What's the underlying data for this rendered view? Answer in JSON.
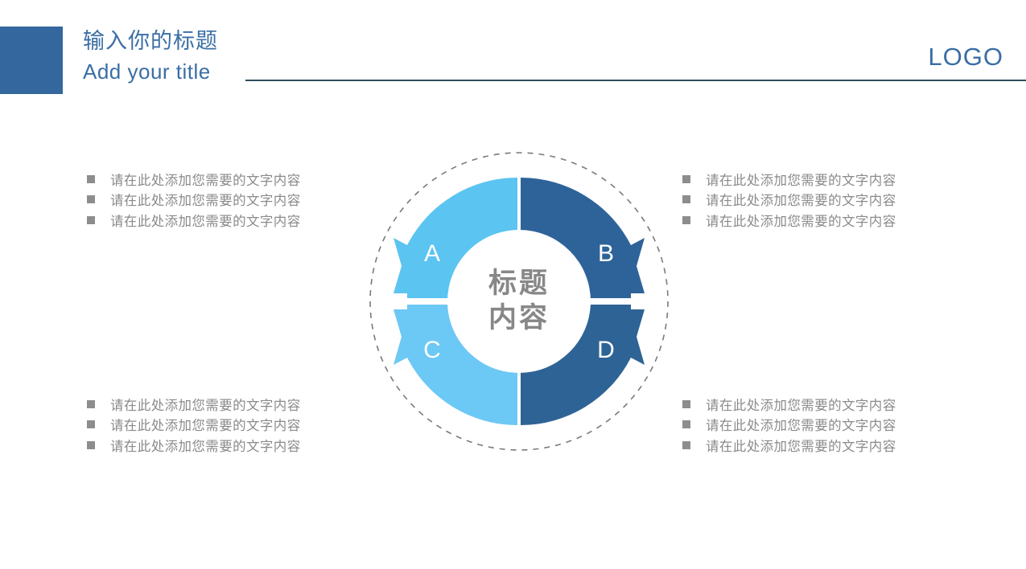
{
  "header": {
    "title_cn": "输入你的标题",
    "title_en": "Add your title",
    "logo": "LOGO",
    "accent_color": "#33679d",
    "title_color": "#3a6ea5",
    "rule_color": "#2f4f5e"
  },
  "diagram": {
    "center": {
      "line1": "标题",
      "line2": "内容",
      "color": "#878787"
    },
    "segments": [
      {
        "id": "A",
        "label": "A",
        "position": "top-left",
        "color": "#5BC4F1",
        "label_color": "#ffffff"
      },
      {
        "id": "B",
        "label": "B",
        "position": "top-right",
        "color": "#2e6399",
        "label_color": "#ffffff"
      },
      {
        "id": "C",
        "label": "C",
        "position": "bottom-left",
        "color": "#6CC8F4",
        "label_color": "#ffffff"
      },
      {
        "id": "D",
        "label": "D",
        "position": "bottom-right",
        "color": "#2e6396",
        "label_color": "#ffffff"
      }
    ],
    "dashed_ring_color": "#7a7a7a",
    "inner_color": "#ffffff"
  },
  "bullets": {
    "marker_color": "#8d8d8d",
    "text_color": "#8a8a8a",
    "top_left": [
      "请在此处添加您需要的文字内容",
      "请在此处添加您需要的文字内容",
      "请在此处添加您需要的文字内容"
    ],
    "bottom_left": [
      "请在此处添加您需要的文字内容",
      "请在此处添加您需要的文字内容",
      "请在此处添加您需要的文字内容"
    ],
    "top_right": [
      "请在此处添加您需要的文字内容",
      "请在此处添加您需要的文字内容",
      "请在此处添加您需要的文字内容"
    ],
    "bottom_right": [
      "请在此处添加您需要的文字内容",
      "请在此处添加您需要的文字内容",
      "请在此处添加您需要的文字内容"
    ]
  }
}
